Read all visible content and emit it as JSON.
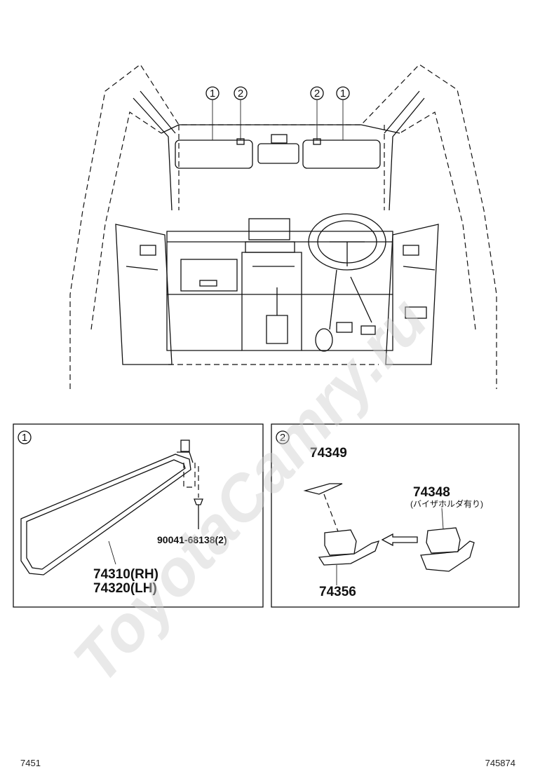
{
  "overview": {
    "callouts": [
      {
        "num": "1"
      },
      {
        "num": "2"
      },
      {
        "num": "2"
      },
      {
        "num": "1"
      }
    ]
  },
  "panel1": {
    "index": "1",
    "parts": {
      "screw": "90041-68138(2)",
      "visor_rh": "74310(RH)",
      "visor_lh": "74320(LH)"
    }
  },
  "panel2": {
    "index": "2",
    "parts": {
      "cover": "74349",
      "holder_alt": "74348",
      "holder_alt_note": "(バイザホルダ有り)",
      "holder": "74356"
    }
  },
  "footer": {
    "left_code": "7451",
    "right_code": "745874"
  },
  "watermark": "ToyotaCamry.ru"
}
